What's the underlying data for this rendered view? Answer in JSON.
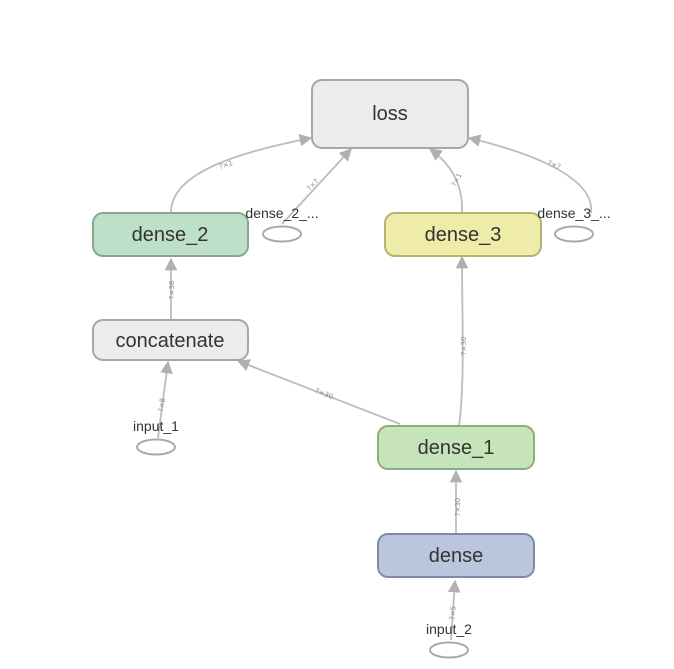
{
  "colors": {
    "edge": "#bdbdbd",
    "arrow": "#b0b0b0",
    "loss_fill": "#ececec",
    "loss_stroke": "#a6a6a6",
    "concatenate_fill": "#ececec",
    "concatenate_stroke": "#a6a6a6",
    "dense_2_fill": "#bfe0c8",
    "dense_2_stroke": "#86a88f",
    "dense_3_fill": "#eeeca8",
    "dense_3_stroke": "#b5b36e",
    "dense_1_fill": "#c6e3b9",
    "dense_1_stroke": "#8fac80",
    "dense_fill": "#bac6de",
    "dense_stroke": "#7f8ba3"
  },
  "nodes": {
    "loss": "loss",
    "dense_2": "dense_2",
    "dense_3": "dense_3",
    "concatenate": "concatenate",
    "dense_1": "dense_1",
    "dense": "dense"
  },
  "inputs": {
    "dense_2_target": "dense_2_...",
    "dense_3_target": "dense_3_...",
    "input_1": "input_1",
    "input_2": "input_2"
  },
  "edges": {
    "input_2_to_dense": "?×5",
    "dense_to_dense_1": "?×30",
    "dense_1_to_dense_3": "?×30",
    "dense_1_to_concatenate": "?×30",
    "input_1_to_concatenate": "?×8",
    "concatenate_to_dense_2": "?×38",
    "dense_2_to_loss": "?×1",
    "dense_2_target_to_loss": "?×?",
    "dense_3_to_loss": "?×1",
    "dense_3_target_to_loss": "?×?"
  }
}
